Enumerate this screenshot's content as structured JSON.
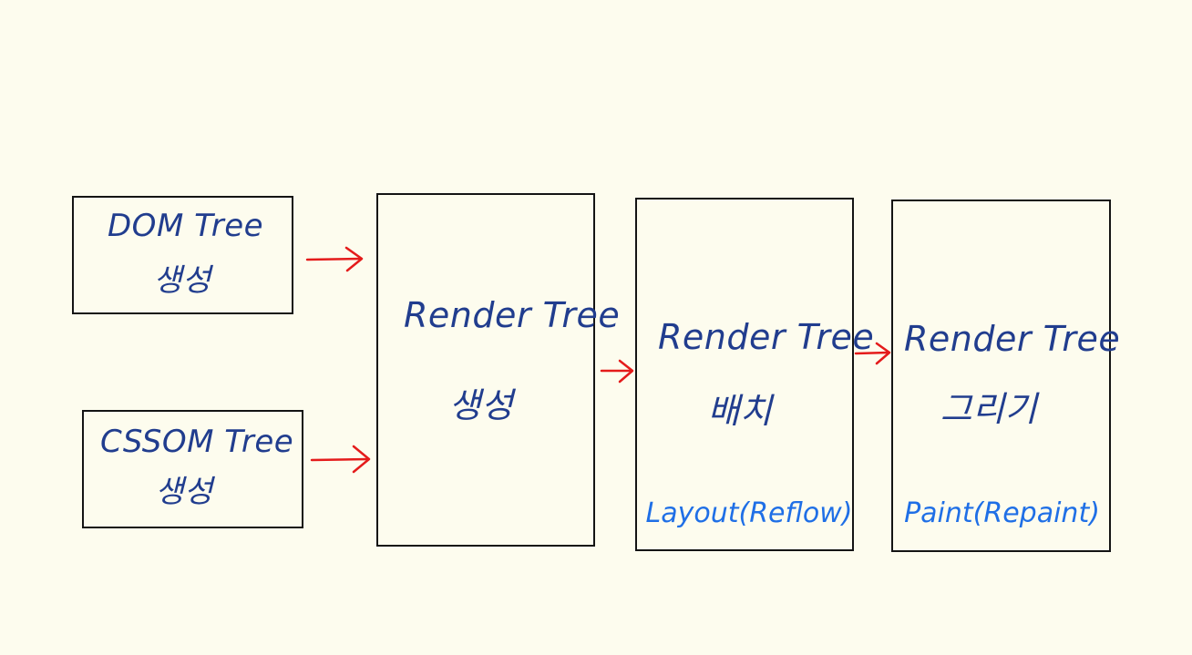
{
  "diagram": {
    "boxes": {
      "dom": {
        "line1": "DOM Tree",
        "line2": "생성"
      },
      "cssom": {
        "line1": "CSSOM Tree",
        "line2": "생성"
      },
      "render": {
        "line1": "Render Tree",
        "line2": "생성"
      },
      "layout": {
        "line1": "Render Tree",
        "line2": "배치",
        "note": "Layout(Reflow)"
      },
      "paint": {
        "line1": "Render Tree",
        "line2": "그리기",
        "note": "Paint(Repaint)"
      }
    },
    "colors": {
      "background": "#fdfcee",
      "box_border": "#141414",
      "text": "#213d8e",
      "note_text": "#1f6fe6",
      "arrow": "#e41b1b"
    }
  }
}
